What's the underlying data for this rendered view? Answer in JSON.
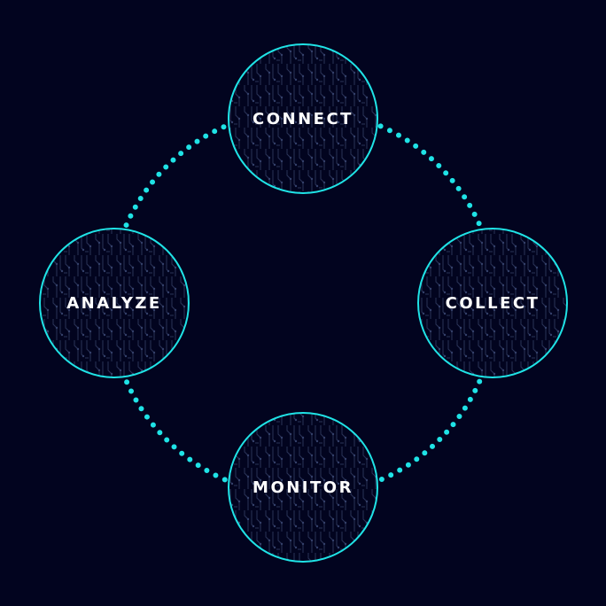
{
  "colors": {
    "background": "#02041f",
    "accent": "#1fe3e6",
    "circuit": "#2a3357"
  },
  "nodes": [
    {
      "id": "connect",
      "label": "CONNECT"
    },
    {
      "id": "collect",
      "label": "COLLECT"
    },
    {
      "id": "monitor",
      "label": "MONITOR"
    },
    {
      "id": "analyze",
      "label": "ANALYZE"
    }
  ]
}
